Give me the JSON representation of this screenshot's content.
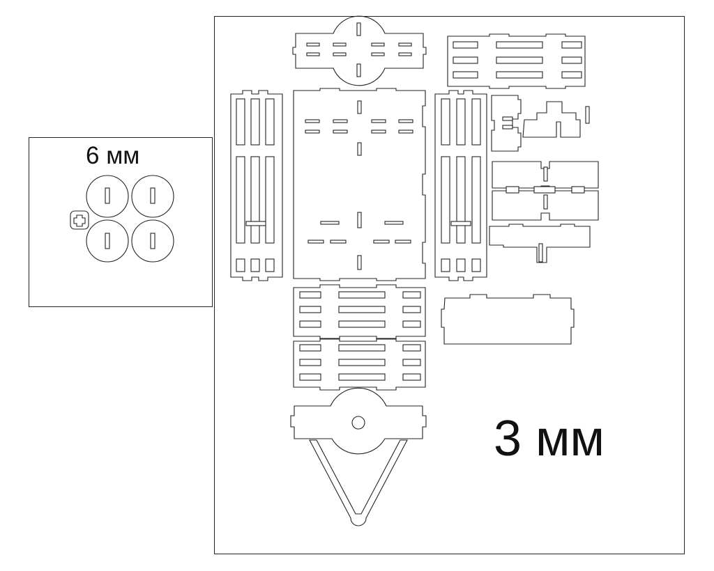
{
  "sheets": [
    {
      "id": "6mm",
      "label": "6 мм"
    },
    {
      "id": "3mm",
      "label": "3 мм"
    }
  ],
  "colors": {
    "line": "#222222",
    "background": "#ffffff"
  },
  "icons": {
    "reference_mark": "plus-in-rounded-square-icon"
  }
}
